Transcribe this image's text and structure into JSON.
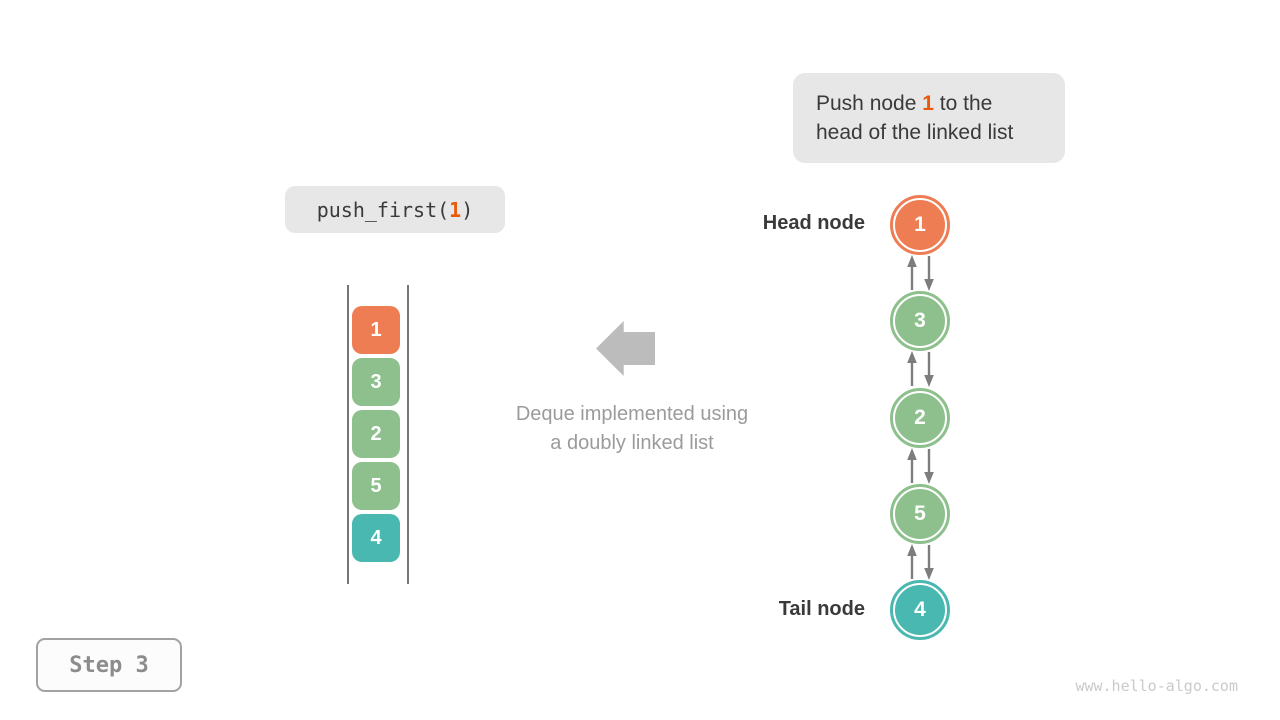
{
  "palette": {
    "node_orange": "#ee7d54",
    "node_green": "#8dc08d",
    "node_teal": "#49b8b0",
    "highlight_orange": "#e8590c",
    "box_gray": "#e7e7e7",
    "dark_text": "#3a3a3a",
    "muted_text": "#9b9b9b",
    "arrow_gray": "#7d7d7d",
    "block_arrow_gray": "#bcbcbc"
  },
  "note": {
    "line1_prefix": "Push node ",
    "line1_highlight": "1",
    "line1_suffix": " to the",
    "line2": "head of the linked list"
  },
  "code": {
    "prefix": "push_first(",
    "arg": "1",
    "suffix": ")"
  },
  "stack": {
    "items": [
      {
        "value": "1",
        "color": "#ee7d54"
      },
      {
        "value": "3",
        "color": "#8dc08d"
      },
      {
        "value": "2",
        "color": "#8dc08d"
      },
      {
        "value": "5",
        "color": "#8dc08d"
      },
      {
        "value": "4",
        "color": "#49b8b0"
      }
    ]
  },
  "caption": {
    "line1": "Deque implemented using",
    "line2": "a doubly linked list"
  },
  "list": {
    "head_label": "Head node",
    "tail_label": "Tail node",
    "nodes": [
      {
        "value": "1",
        "color": "#ee7d54"
      },
      {
        "value": "3",
        "color": "#8dc08d"
      },
      {
        "value": "2",
        "color": "#8dc08d"
      },
      {
        "value": "5",
        "color": "#8dc08d"
      },
      {
        "value": "4",
        "color": "#49b8b0"
      }
    ]
  },
  "step": {
    "label": "Step 3"
  },
  "watermark": "www.hello-algo.com"
}
